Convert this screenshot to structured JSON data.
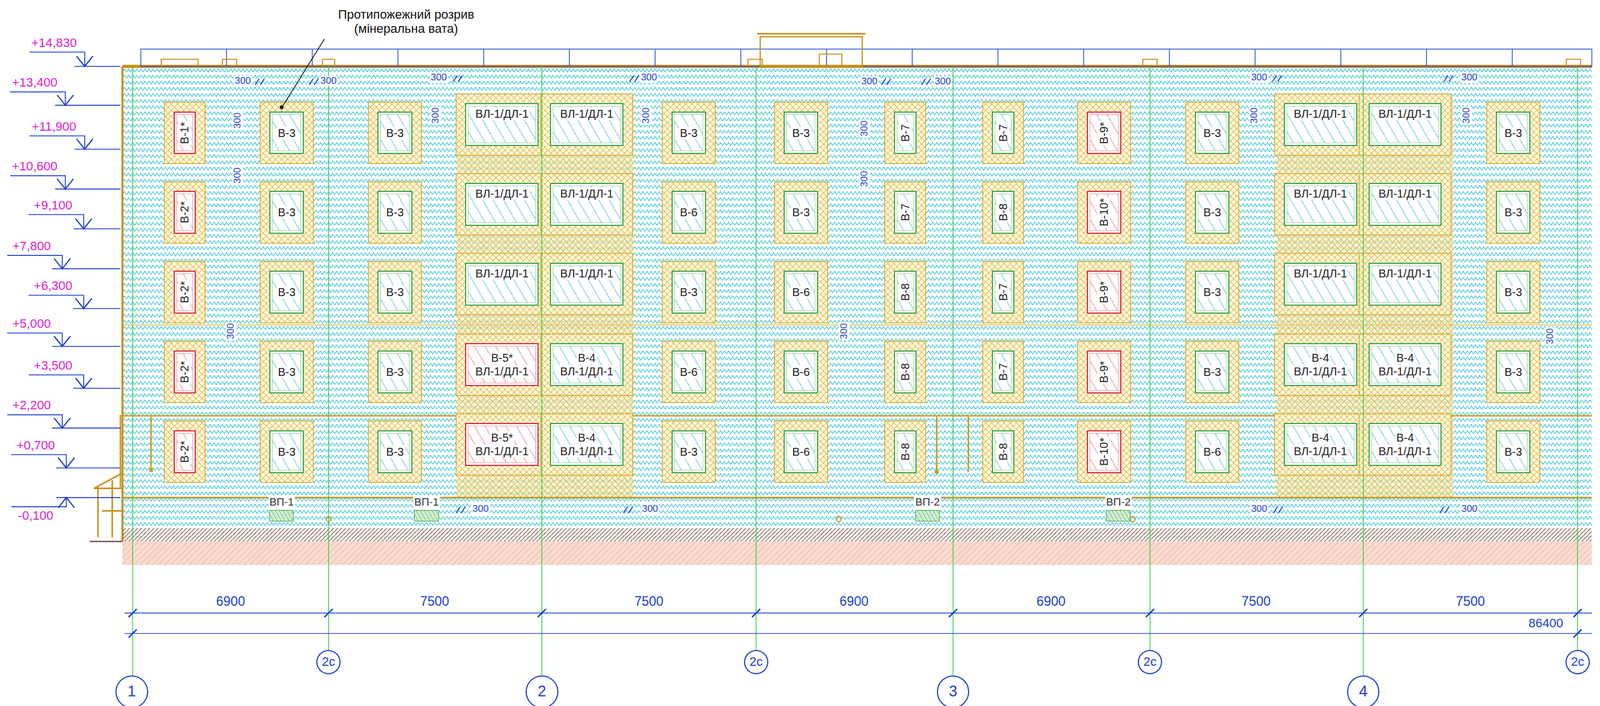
{
  "diagram": {
    "nodes": [
      {
        "text": [
          "В-1*"
        ]
      },
      {
        "text": [
          "В-3"
        ]
      },
      {
        "text": [
          "В-3"
        ]
      },
      {
        "text": [
          "ВЛ-1/ДЛ-1"
        ]
      },
      {
        "text": [
          "ВЛ-1/ДЛ-1"
        ]
      },
      {
        "text": [
          "В-3"
        ]
      },
      {
        "text": [
          "В-3"
        ]
      },
      {
        "text": [
          "В-7"
        ]
      },
      {
        "text": [
          "В-7"
        ]
      },
      {
        "text": [
          "В-9*"
        ]
      },
      {
        "text": [
          "В-3"
        ]
      },
      {
        "text": [
          "ВЛ-1/ДЛ-1"
        ]
      },
      {
        "text": [
          "ВЛ-1/ДЛ-1"
        ]
      },
      {
        "text": [
          "В-3"
        ]
      },
      {
        "text": [
          "В-2*"
        ]
      },
      {
        "text": [
          "В-3"
        ]
      },
      {
        "text": [
          "В-3"
        ]
      },
      {
        "text": [
          "ВЛ-1/ДЛ-1"
        ]
      },
      {
        "text": [
          "ВЛ-1/ДЛ-1"
        ]
      },
      {
        "text": [
          "В-6"
        ]
      },
      {
        "text": [
          "В-3"
        ]
      },
      {
        "text": [
          "В-7"
        ]
      },
      {
        "text": [
          "В-8"
        ]
      },
      {
        "text": [
          "В-10*"
        ]
      },
      {
        "text": [
          "В-3"
        ]
      },
      {
        "text": [
          "ВЛ-1/ДЛ-1"
        ]
      },
      {
        "text": [
          "ВЛ-1/ДЛ-1"
        ]
      },
      {
        "text": [
          "В-3"
        ]
      },
      {
        "text": [
          "В-2*"
        ]
      },
      {
        "text": [
          "В-3"
        ]
      },
      {
        "text": [
          "В-3"
        ]
      },
      {
        "text": [
          "ВЛ-1/ДЛ-1"
        ]
      },
      {
        "text": [
          "ВЛ-1/ДЛ-1"
        ]
      },
      {
        "text": [
          "В-3"
        ]
      },
      {
        "text": [
          "В-6"
        ]
      },
      {
        "text": [
          "В-8"
        ]
      },
      {
        "text": [
          "В-7"
        ]
      },
      {
        "text": [
          "В-9*"
        ]
      },
      {
        "text": [
          "В-3"
        ]
      },
      {
        "text": [
          "ВЛ-1/ДЛ-1"
        ]
      },
      {
        "text": [
          "ВЛ-1/ДЛ-1"
        ]
      },
      {
        "text": [
          "В-3"
        ]
      },
      {
        "text": [
          "В-2*"
        ]
      },
      {
        "text": [
          "В-3"
        ]
      },
      {
        "text": [
          "В-3"
        ]
      },
      {
        "text": [
          "В-5*",
          "ВЛ-1/ДЛ-1"
        ]
      },
      {
        "text": [
          "В-4",
          "ВЛ-1/ДЛ-1"
        ]
      },
      {
        "text": [
          "В-6"
        ]
      },
      {
        "text": [
          "В-6"
        ]
      },
      {
        "text": [
          "В-8"
        ]
      },
      {
        "text": [
          "В-7"
        ]
      },
      {
        "text": [
          "В-9*"
        ]
      },
      {
        "text": [
          "В-3"
        ]
      },
      {
        "text": [
          "В-4",
          "ВЛ-1/ДЛ-1"
        ]
      },
      {
        "text": [
          "В-4",
          "ВЛ-1/ДЛ-1"
        ]
      },
      {
        "text": [
          "В-3"
        ]
      },
      {
        "text": [
          "В-2*"
        ]
      },
      {
        "text": [
          "В-3"
        ]
      },
      {
        "text": [
          "В-3"
        ]
      },
      {
        "text": [
          "В-5*",
          "ВЛ-1/ДЛ-1"
        ]
      },
      {
        "text": [
          "В-4",
          "ВЛ-1/ДЛ-1"
        ]
      },
      {
        "text": [
          "В-3"
        ]
      },
      {
        "text": [
          "В-6"
        ]
      },
      {
        "text": [
          "В-8"
        ]
      },
      {
        "text": [
          "В-8"
        ]
      },
      {
        "text": [
          "В-10*"
        ]
      },
      {
        "text": [
          "В-6"
        ]
      },
      {
        "text": [
          "В-4",
          "ВЛ-1/ДЛ-1"
        ]
      },
      {
        "text": [
          "В-4",
          "ВЛ-1/ДЛ-1"
        ]
      },
      {
        "text": [
          "В-3"
        ]
      },
      {
        "text": [
          "ВП-1"
        ]
      },
      {
        "text": [
          "ВП-1"
        ]
      },
      {
        "text": [
          "ВП-2"
        ]
      },
      {
        "text": [
          "ВП-2"
        ]
      },
      {
        "text": [
          "1"
        ]
      },
      {
        "text": [
          "2c"
        ]
      },
      {
        "text": [
          "2"
        ]
      },
      {
        "text": [
          "2c"
        ]
      },
      {
        "text": [
          "3"
        ]
      },
      {
        "text": [
          "2c"
        ]
      },
      {
        "text": [
          "4"
        ]
      },
      {
        "text": [
          "2c"
        ]
      }
    ],
    "labels": [
      "Протипожежний розрив (мінеральна вата)",
      "+14,830",
      "+13,400",
      "+11,900",
      "+10,600",
      "+9,100",
      "+7,800",
      "+6,300",
      "+5,000",
      "+3,500",
      "+2,200",
      "+0,700",
      "-0,100",
      "300",
      "300",
      "300",
      "300",
      "300",
      "300",
      "300",
      "300",
      "300",
      "300",
      "300",
      "300",
      "300",
      "300",
      "300",
      "300",
      "300",
      "300",
      "300",
      "300",
      "300",
      "300",
      "300",
      "6900",
      "7500",
      "7500",
      "6900",
      "6900",
      "7500",
      "7500",
      "86400"
    ]
  }
}
